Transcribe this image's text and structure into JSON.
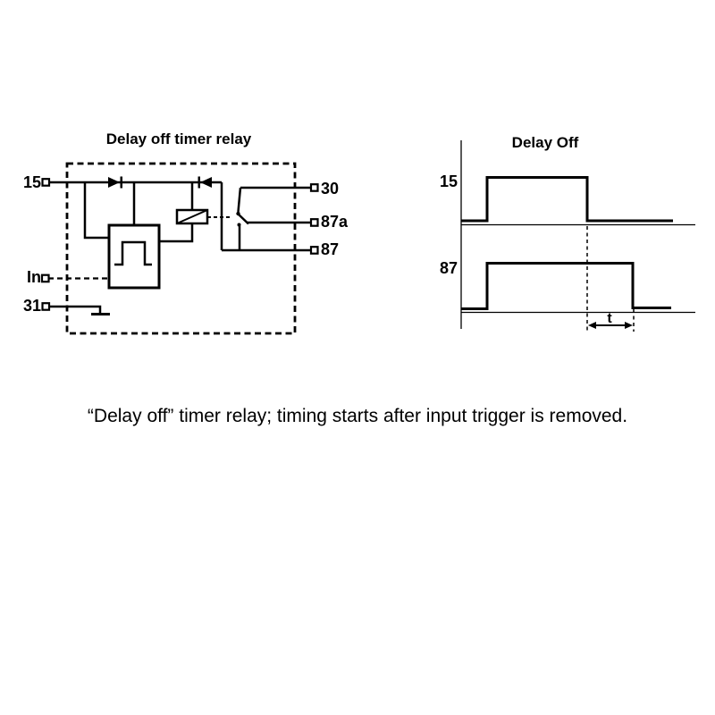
{
  "colors": {
    "ink": "#000000",
    "background": "#ffffff"
  },
  "circuit": {
    "title": "Delay off timer relay",
    "left_terminals": {
      "t15": "15",
      "tin": "In",
      "t31": "31"
    },
    "right_terminals": {
      "t30": "30",
      "t87a": "87a",
      "t87": "87"
    }
  },
  "timing": {
    "title": "Delay Off",
    "trace1_label": "15",
    "trace2_label": "87",
    "delay_label": "t"
  },
  "caption": "“Delay off” timer relay; timing starts after input trigger is removed."
}
